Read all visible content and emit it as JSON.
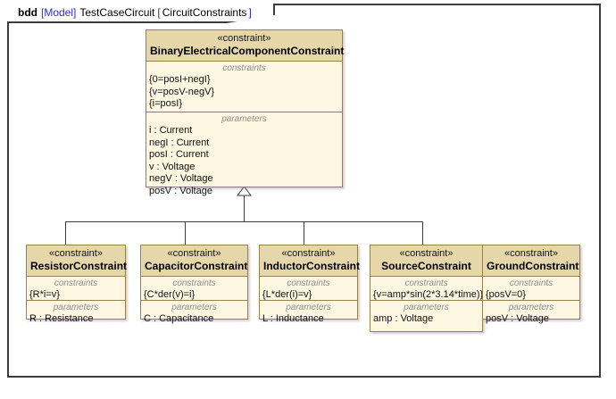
{
  "frame": {
    "kind": "bdd",
    "model_keyword": "[Model]",
    "diagram_name": "TestCaseCircuit",
    "bracket_open": "[",
    "view_name": "CircuitConstraints",
    "bracket_close": "]"
  },
  "labels": {
    "stereotype": "«constraint»",
    "constraints": "constraints",
    "parameters": "parameters"
  },
  "parent_block": {
    "stereotype": "«constraint»",
    "name": "BinaryElectricalComponentConstraint",
    "constraints_label": "constraints",
    "constraints": [
      "{0=posI+negI}",
      "{v=posV-negV}",
      "{i=posI}"
    ],
    "parameters_label": "parameters",
    "parameters": [
      "i : Current",
      "negI : Current",
      "posI : Current",
      "v : Voltage",
      "negV : Voltage",
      "posV : Voltage"
    ]
  },
  "child_blocks": [
    {
      "stereotype": "«constraint»",
      "name": "ResistorConstraint",
      "constraints_label": "constraints",
      "constraints": [
        "{R*i=v}"
      ],
      "parameters_label": "parameters",
      "parameters": [
        "R : Resistance"
      ]
    },
    {
      "stereotype": "«constraint»",
      "name": "CapacitorConstraint",
      "constraints_label": "constraints",
      "constraints": [
        "{C*der(v)=i}"
      ],
      "parameters_label": "parameters",
      "parameters": [
        "C : Capacitance"
      ]
    },
    {
      "stereotype": "«constraint»",
      "name": "InductorConstraint",
      "constraints_label": "constraints",
      "constraints": [
        "{L*der(i)=v}"
      ],
      "parameters_label": "parameters",
      "parameters": [
        "L : Inductance"
      ]
    },
    {
      "stereotype": "«constraint»",
      "name": "SourceConstraint",
      "constraints_label": "constraints",
      "constraints": [
        "{v=amp*sin(2*3.14*time)}"
      ],
      "parameters_label": "parameters",
      "parameters": [
        "amp : Voltage"
      ]
    },
    {
      "stereotype": "«constraint»",
      "name": "GroundConstraint",
      "constraints_label": "constraints",
      "constraints": [
        "{posV=0}"
      ],
      "parameters_label": "parameters",
      "parameters": [
        "posV : Voltage"
      ]
    }
  ],
  "relationship": {
    "type": "generalization",
    "from": [
      "ResistorConstraint",
      "CapacitorConstraint",
      "InductorConstraint",
      "SourceConstraint",
      "GroundConstraint"
    ],
    "to": "BinaryElectricalComponentConstraint"
  },
  "colors": {
    "block_header_fill": "#e6d7ab",
    "block_body_fill": "#fdf6e0",
    "block_border": "#97824c",
    "frame_border": "#3c3c3c",
    "keyword_blue": "#2b2bd0",
    "compartment_label": "#8d8d8d"
  }
}
